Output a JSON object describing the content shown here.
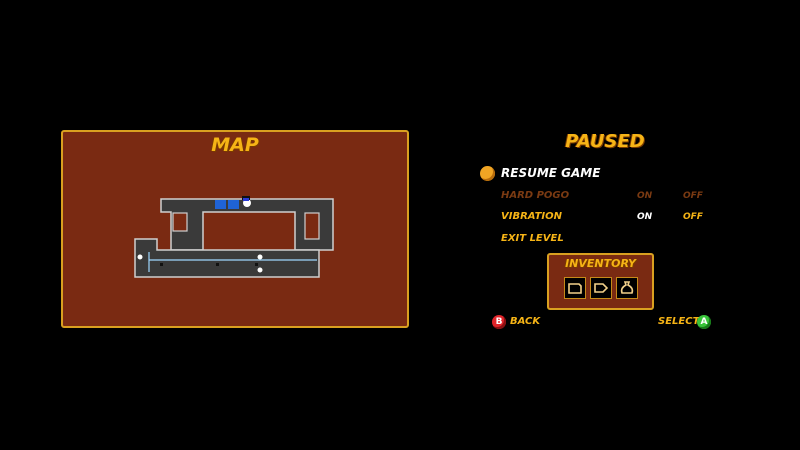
{
  "map": {
    "title": "MAP"
  },
  "pause_menu": {
    "title": "PAUSED",
    "items": [
      {
        "label": "RESUME GAME",
        "selected": true
      },
      {
        "label": "HARD POGO",
        "options": [
          "ON",
          "OFF"
        ],
        "value": "OFF",
        "disabled": true
      },
      {
        "label": "VIBRATION",
        "options": [
          "ON",
          "OFF"
        ],
        "value": "ON"
      },
      {
        "label": "EXIT LEVEL"
      }
    ]
  },
  "inventory": {
    "title": "INVENTORY",
    "slots": [
      "map-piece-icon",
      "map-piece-icon",
      "treasure-bag-icon"
    ]
  },
  "prompts": {
    "back": {
      "button": "B",
      "label": "BACK",
      "color": "#e0242a"
    },
    "select": {
      "button": "A",
      "label": "SELECT",
      "color": "#38c43a"
    }
  },
  "colors": {
    "accent": "#f6b416",
    "panel": "#7a2a12",
    "border": "#d9a020"
  }
}
